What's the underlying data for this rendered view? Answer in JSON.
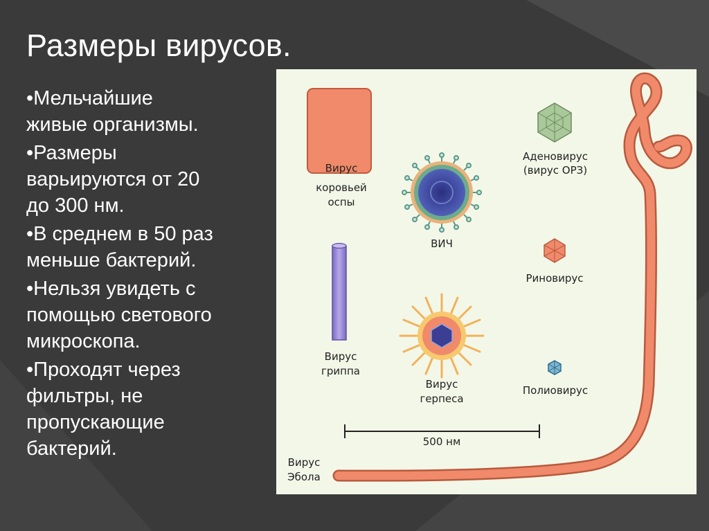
{
  "slide": {
    "title": "Размеры вирусов.",
    "bullets": [
      "•Мельчайшие\nживые организмы.",
      "•Размеры\nварьируются от 20\nдо 300 нм.",
      "•В среднем в 50 раз\nменьше бактерий.",
      "•Нельзя увидеть с\nпомощью светового\nмикроскопа.",
      "•Проходят через\nфильтры, не\nпропускающие\nбактерий."
    ]
  },
  "figure": {
    "labels": {
      "vaccinia": [
        "Вирус",
        "коровьей",
        "оспы"
      ],
      "hiv": [
        "ВИЧ"
      ],
      "adenovirus": [
        "Аденовирус",
        "(вирус ОРЗ)"
      ],
      "rhinovirus": [
        "Риновирус"
      ],
      "influenza": [
        "Вирус",
        "гриппа"
      ],
      "herpes": [
        "Вирус",
        "герпеса"
      ],
      "poliovirus": [
        "Полиовирус"
      ],
      "ebola": [
        "Вирус",
        "Эбола"
      ],
      "scale": [
        "500 нм"
      ]
    },
    "colors": {
      "background": "#3a3a3a",
      "figure_bg": "#f3f7e8",
      "vaccinia": "#f08a6a",
      "influenza": "#9c8cd4",
      "ebola": "#f08a6a",
      "hiv_core": "#3b3e93",
      "herpes_spikes": "#f2b25a",
      "adeno": "#9cbe8c",
      "rhino": "#f08a6a",
      "polio": "#4a8db0"
    }
  }
}
